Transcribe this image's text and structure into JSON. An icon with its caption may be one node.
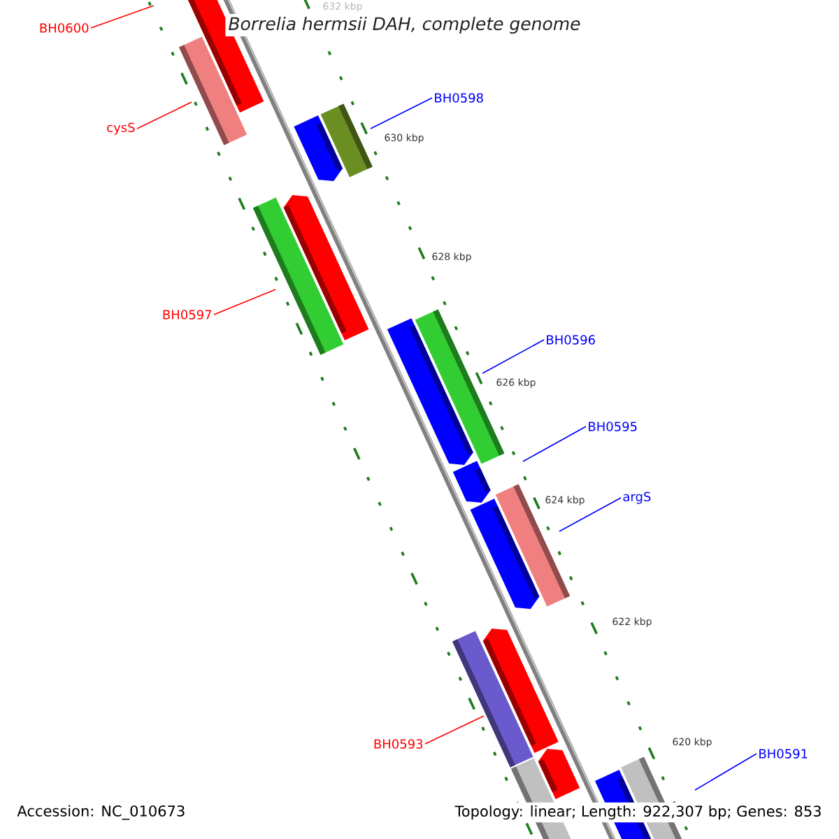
{
  "diagram": {
    "title": "Borrelia hermsii DAH, complete genome",
    "nodes": [
      {
        "text": [
          "BH0600"
        ]
      },
      {
        "text": [
          "BH0598"
        ]
      },
      {
        "text": [
          "cysS"
        ]
      },
      {
        "text": [
          "BH0597"
        ]
      },
      {
        "text": [
          "BH0596"
        ]
      },
      {
        "text": [
          "BH0595"
        ]
      },
      {
        "text": [
          "argS"
        ]
      },
      {
        "text": [
          "BH0593"
        ]
      },
      {
        "text": [
          "BH0591"
        ]
      }
    ],
    "edges": [
      {
        "from": 0,
        "to": null,
        "arrow": "none",
        "color": "#ff0000"
      },
      {
        "from": 1,
        "to": null,
        "arrow": "none"
      },
      {
        "from": 2,
        "to": null,
        "arrow": "none",
        "color": "#ff0000"
      },
      {
        "from": 3,
        "to": null,
        "arrow": "none",
        "color": "#ff0000"
      },
      {
        "from": 4,
        "to": null,
        "arrow": "none"
      },
      {
        "from": 5,
        "to": null,
        "arrow": "none"
      },
      {
        "from": 6,
        "to": null,
        "arrow": "none"
      },
      {
        "from": 7,
        "to": null,
        "arrow": "none",
        "color": "#ff0000"
      },
      {
        "from": 8,
        "to": null,
        "arrow": "none"
      }
    ],
    "labels": [
      "632 kbp",
      "630 kbp",
      "628 kbp",
      "626 kbp",
      "624 kbp",
      "622 kbp",
      "620 kbp",
      "Accession: NC_010673",
      "Topology: linear; Length: 922,307 bp; Genes: 853"
    ]
  }
}
